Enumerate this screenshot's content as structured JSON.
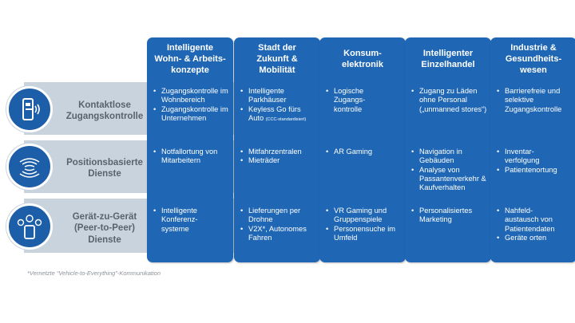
{
  "columns": [
    {
      "title": "Intelligente\nWohn- & Arbeits-\nkonzepte"
    },
    {
      "title": "Stadt der\nZukunft &\nMobilität"
    },
    {
      "title": "Konsum-\nelektronik"
    },
    {
      "title": "Intelligenter\nEinzelhandel"
    },
    {
      "title": "Industrie  &\nGesundheits-\nwesen"
    }
  ],
  "rows": [
    {
      "label": "Kontaktlose\nZugangskontrolle",
      "icon": "door-lock-icon"
    },
    {
      "label": "Positionsbasierte\nDienste",
      "icon": "signal-waves-icon"
    },
    {
      "label": "Gerät-zu-Gerät\n(Peer-to-Peer)\nDienste",
      "icon": "devices-icon"
    }
  ],
  "cells": {
    "r0": {
      "c0": [
        "Zugangskontrolle im Wohnbereich",
        "Zugangskontrolle im Unternehmen"
      ],
      "c1": [
        "Intelligente Parkhäuser",
        "Keyless Go fürs Auto"
      ],
      "c1_note": "(CCC-standardisiert)",
      "c2": [
        "Logische\nZugangs-\nkontrolle"
      ],
      "c3": [
        "Zugang zu Läden ohne Personal („unmanned stores“)"
      ],
      "c4": [
        "Barrierefreie und selektive Zugangskontrolle"
      ]
    },
    "r1": {
      "c0": [
        "Notfallortung von Mitarbeitern"
      ],
      "c1": [
        "Mitfahrzentralen",
        "Mieträder"
      ],
      "c2": [
        "AR Gaming"
      ],
      "c3": [
        "Navigation in Gebäuden",
        "Analyse von Passantenverkehr & Kaufverhalten"
      ],
      "c4": [
        "Inventar-\nverfolgung",
        "Patientenortung"
      ]
    },
    "r2": {
      "c0": [
        "Intelligente\nKonferenz-\nsysteme"
      ],
      "c1": [
        "Lieferungen per Drohne",
        "V2X*, Autonomes Fahren"
      ],
      "c2": [
        "VR Gaming und Gruppenspiele",
        "Personensuche im Umfeld"
      ],
      "c3": [
        "Personalisiertes Marketing"
      ],
      "c4": [
        "Nahfeld-\naustausch von Patientendaten",
        "Geräte orten"
      ]
    }
  },
  "footnote": "*Vernetzte “Vehicle-to-Everything”-Kommunikation",
  "colors": {
    "column": "#1f67b4",
    "band": "#c9d3de",
    "icon": "#1d5ea8",
    "label": "#59636d"
  }
}
